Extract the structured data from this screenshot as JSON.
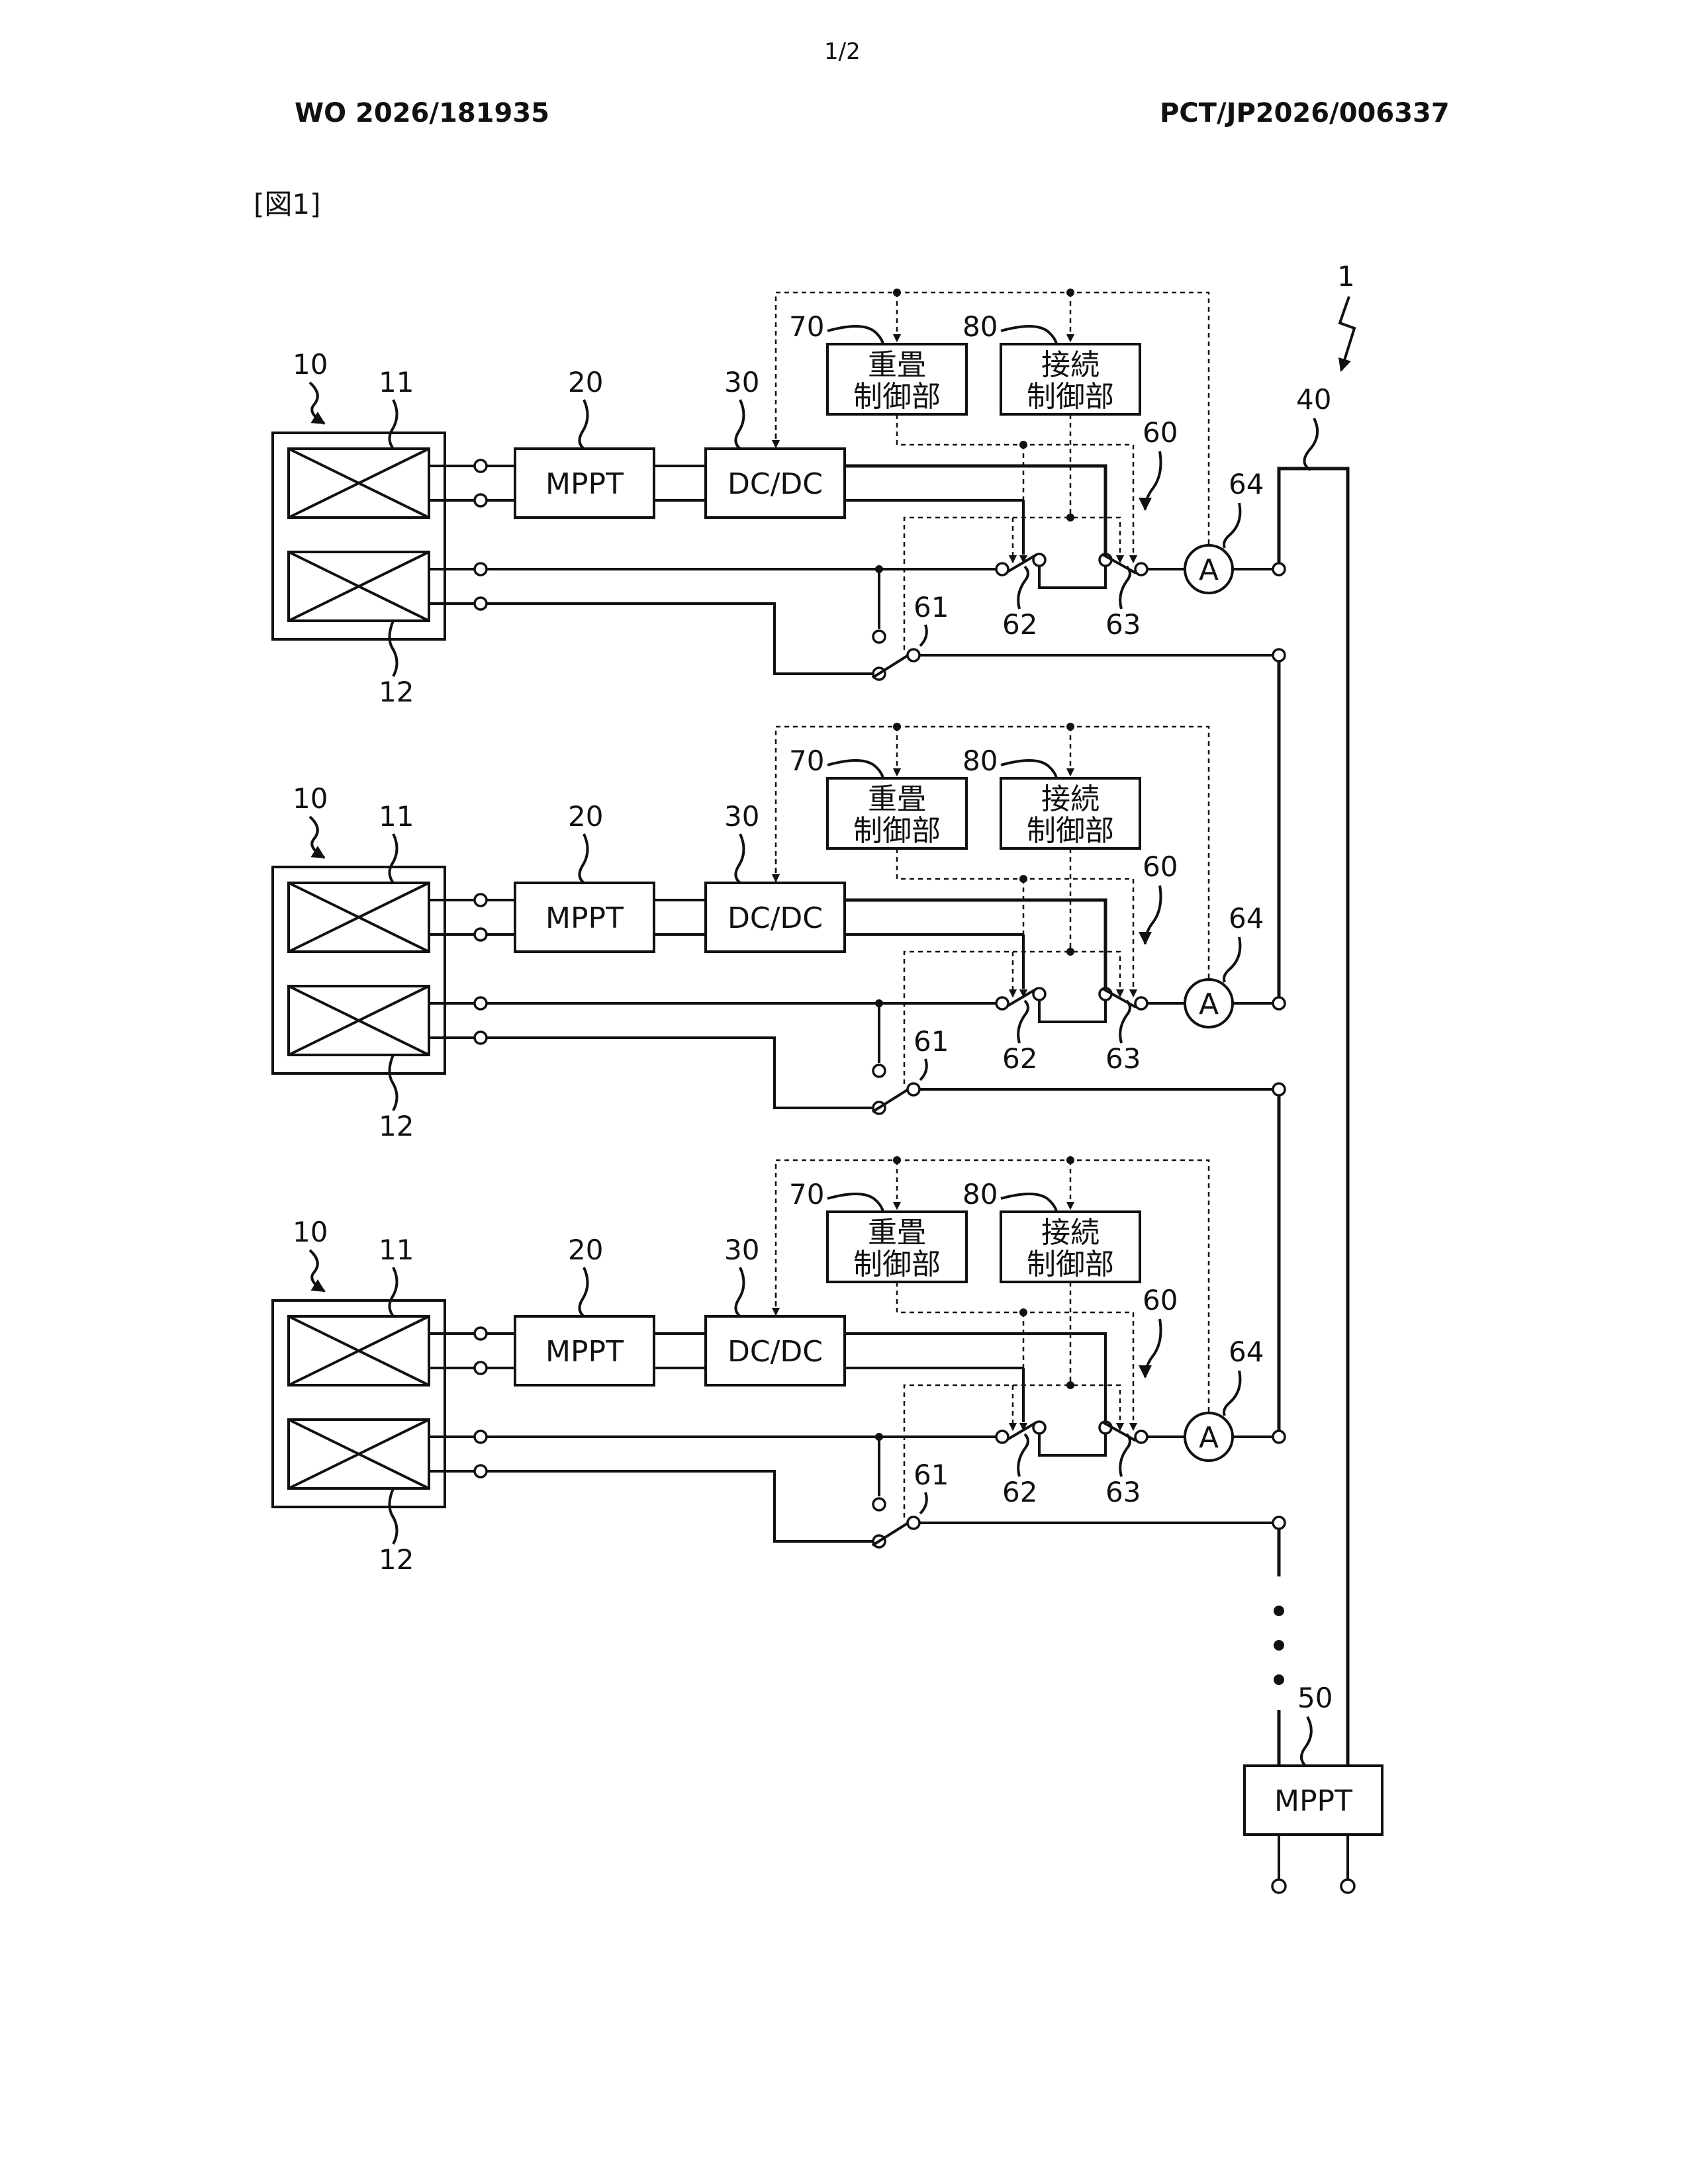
{
  "header": {
    "page_number": "1/2",
    "publication_number": "WO 2026/181935",
    "application_number": "PCT/JP2026/006337",
    "figure_title": "[図1]"
  },
  "system_ref": "1",
  "bus_ref": "40",
  "units": [
    {
      "refs": {
        "unit": "10",
        "panel_a": "11",
        "panel_b": "12",
        "mppt": "20",
        "dcdc": "30",
        "switch_group": "60",
        "switch_61": "61",
        "switch_62": "62",
        "switch_63": "63",
        "ammeter": "64",
        "superposition_ctrl": "70",
        "connection_ctrl": "80"
      },
      "mppt_label": "MPPT",
      "dcdc_label": "DC/DC",
      "superposition_ctrl_lines": [
        "重畳",
        "制御部"
      ],
      "connection_ctrl_lines": [
        "接続",
        "制御部"
      ],
      "ammeter_label": "A"
    },
    {
      "refs": {
        "unit": "10",
        "panel_a": "11",
        "panel_b": "12",
        "mppt": "20",
        "dcdc": "30",
        "switch_group": "60",
        "switch_61": "61",
        "switch_62": "62",
        "switch_63": "63",
        "ammeter": "64",
        "superposition_ctrl": "70",
        "connection_ctrl": "80"
      },
      "mppt_label": "MPPT",
      "dcdc_label": "DC/DC",
      "superposition_ctrl_lines": [
        "重畳",
        "制御部"
      ],
      "connection_ctrl_lines": [
        "接続",
        "制御部"
      ],
      "ammeter_label": "A"
    },
    {
      "refs": {
        "unit": "10",
        "panel_a": "11",
        "panel_b": "12",
        "mppt": "20",
        "dcdc": "30",
        "switch_group": "60",
        "switch_61": "61",
        "switch_62": "62",
        "switch_63": "63",
        "ammeter": "64",
        "superposition_ctrl": "70",
        "connection_ctrl": "80"
      },
      "mppt_label": "MPPT",
      "dcdc_label": "DC/DC",
      "superposition_ctrl_lines": [
        "重畳",
        "制御部"
      ],
      "connection_ctrl_lines": [
        "接続",
        "制御部"
      ],
      "ammeter_label": "A"
    }
  ],
  "central_mppt": {
    "ref": "50",
    "label": "MPPT"
  }
}
